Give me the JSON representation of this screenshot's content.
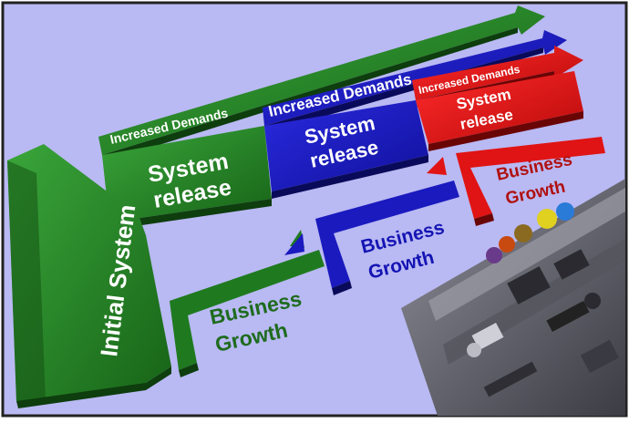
{
  "diagram": {
    "initial_system": "Initial System",
    "stages": [
      {
        "demand": "Increased Demands",
        "release_line1": "System",
        "release_line2": "release",
        "color": "#1e7a1e"
      },
      {
        "demand": "Increased Demands",
        "release_line1": "System",
        "release_line2": "release",
        "color": "#1a1acc"
      },
      {
        "demand": "Increased Demands",
        "release_line1": "System",
        "release_line2": "release",
        "color": "#dd1111"
      }
    ],
    "growth": [
      {
        "line1": "Business",
        "line2": "Growth",
        "color": "#1e6b1e"
      },
      {
        "line1": "Business",
        "line2": "Growth",
        "color": "#1414b4"
      },
      {
        "line1": "Business",
        "line2": "Growth",
        "color": "#b01010"
      }
    ],
    "colors": {
      "background": "#b9b9f3",
      "frame": "#222222"
    }
  }
}
